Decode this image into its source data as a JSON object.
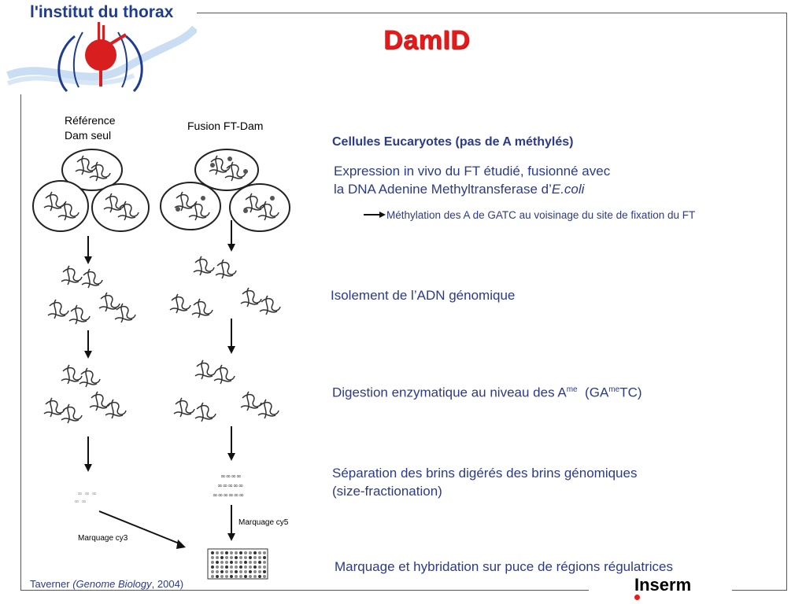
{
  "header": {
    "logo_text": "l'institut du thorax",
    "title": "DamID"
  },
  "figure": {
    "left_label_line1": "Référence",
    "left_label_line2": "Dam seul",
    "right_label": "Fusion FT-Dam",
    "label_cy3": "Marquage cy3",
    "label_cy5": "Marquage cy5"
  },
  "steps": {
    "heading": "Cellules Eucaryotes (pas de A méthylés)",
    "expression_line1": "Expression in vivo du FT étudié, fusionné avec",
    "expression_line2": "la DNA Adenine Methyltransferase d’",
    "expression_italic": "E.coli",
    "methylation": "Méthylation des A de GATC au voisinage du site de fixation du FT",
    "isolation": "Isolement de l’ADN génomique",
    "digestion_prefix": "Digestion enzymatique au niveau des A",
    "digestion_sup1": "me",
    "digestion_mid": "  (GA",
    "digestion_sup2": "me",
    "digestion_suffix": "TC)",
    "separation_line1": "Séparation des brins digérés des brins génomiques",
    "separation_line2": "(size-fractionation)",
    "marking": "Marquage et hybridation sur puce de régions régulatrices"
  },
  "footer": {
    "citation_author": "Taverner ",
    "citation_journal": "(Genome Biology",
    "citation_year": ", 2004)",
    "brand": "Inserm"
  },
  "colors": {
    "title": "#e51a1a",
    "text_blue": "#2c3a8c",
    "logo_blue": "#1f3d8f",
    "heart_red": "#d81e1e"
  }
}
